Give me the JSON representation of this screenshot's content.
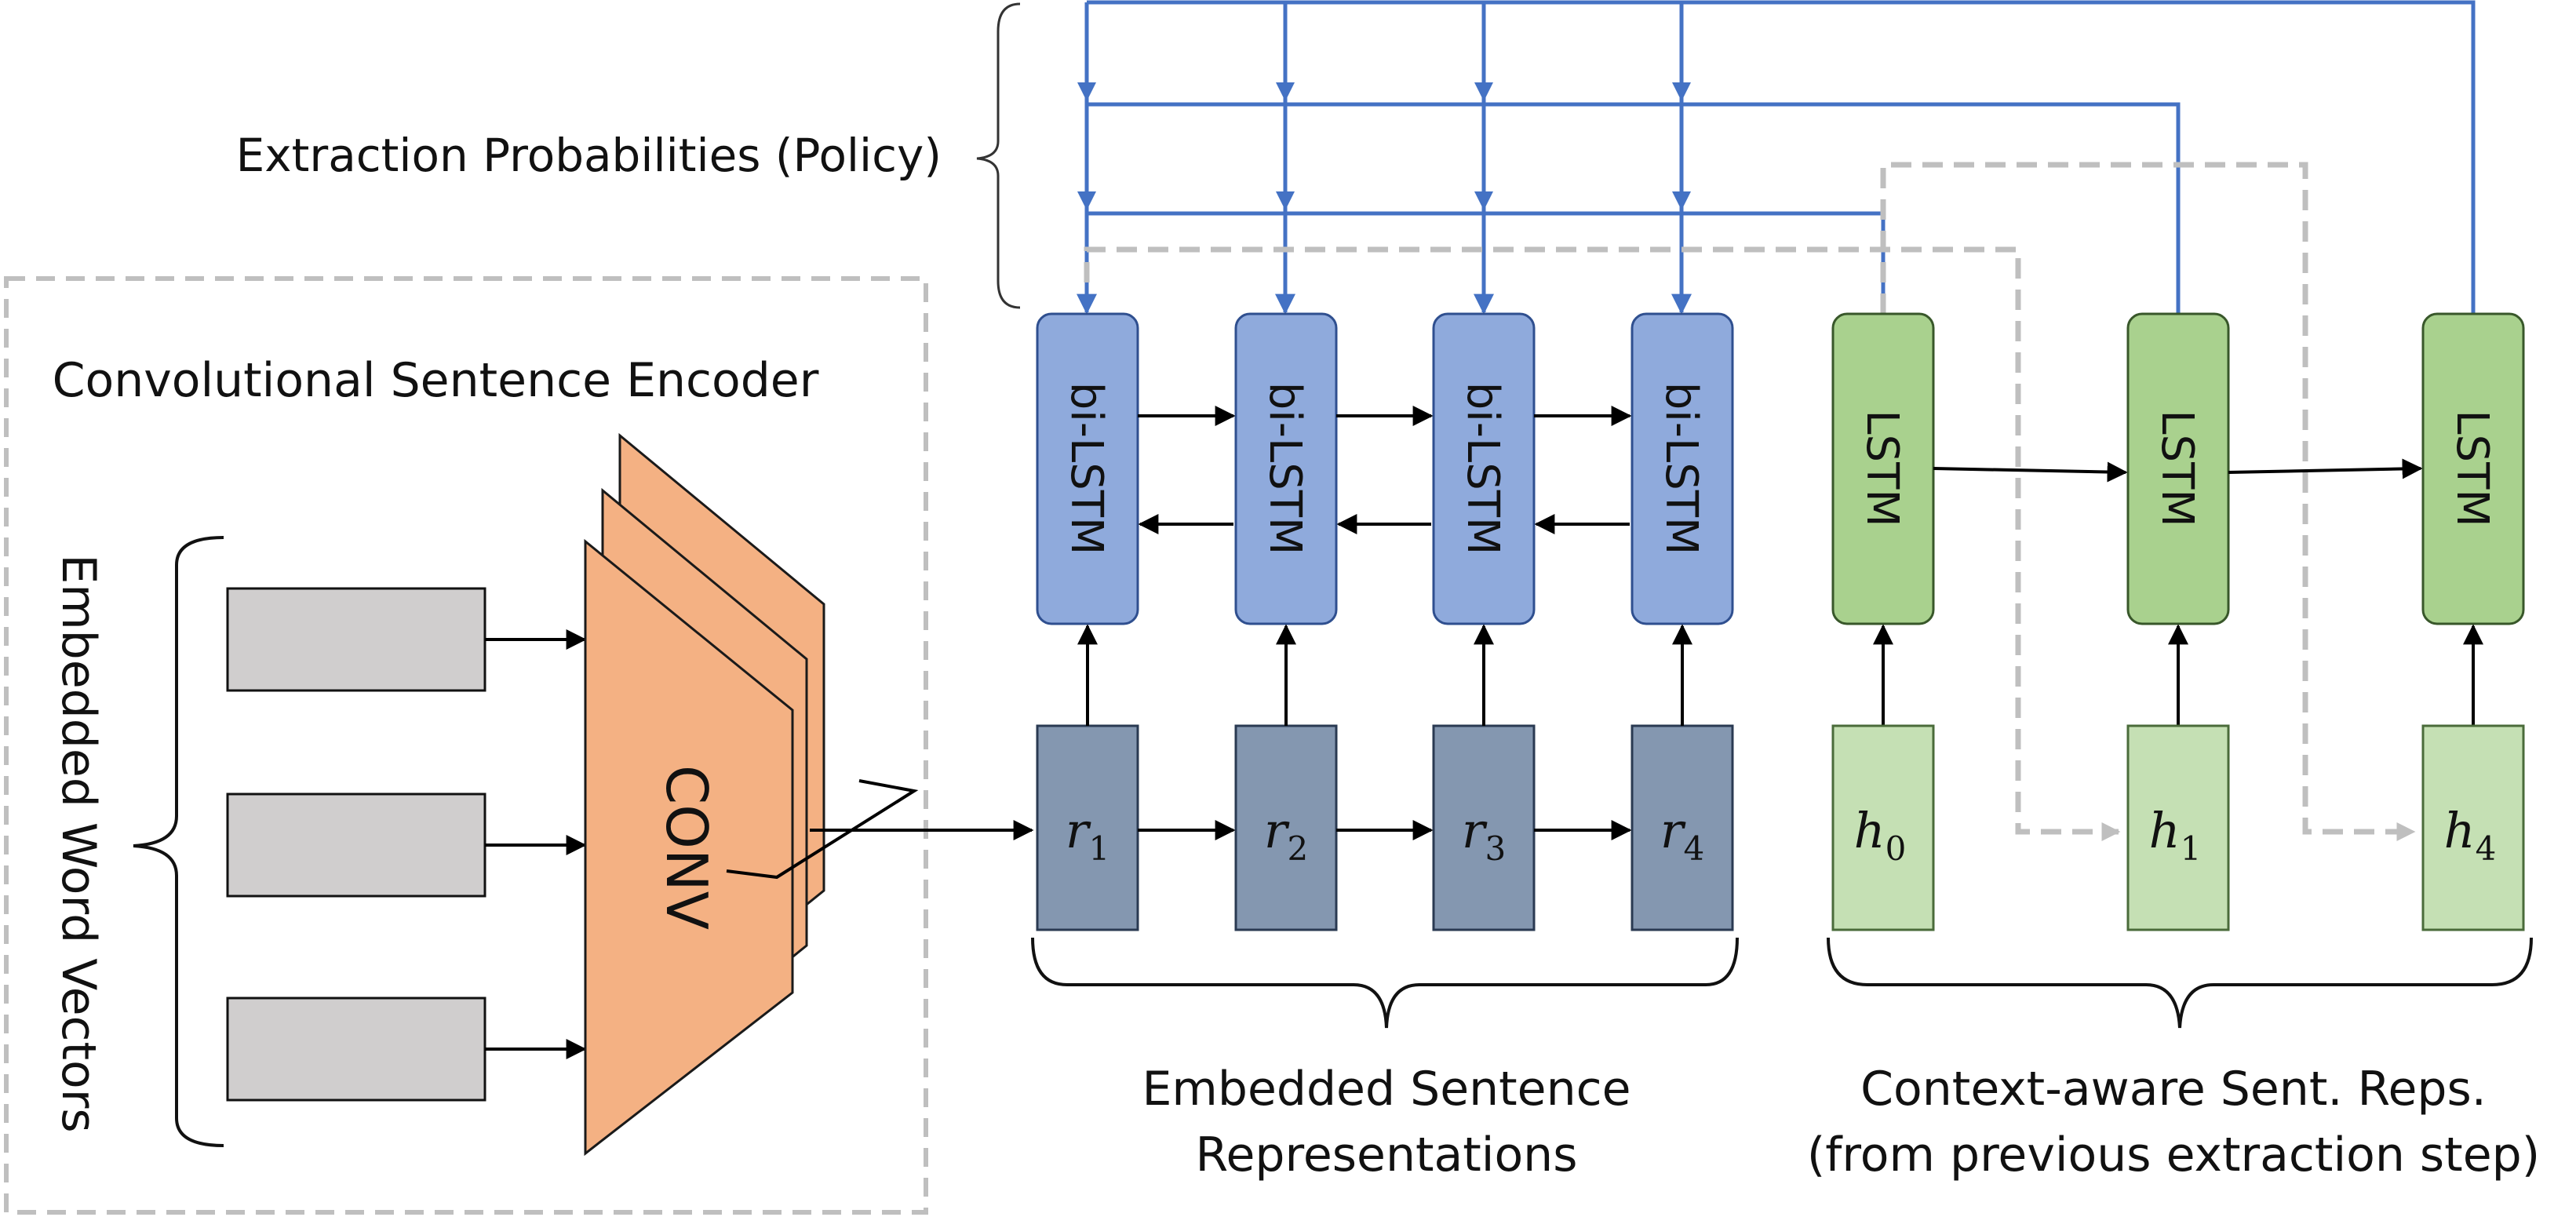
{
  "labels": {
    "extraction_probabilities": "Extraction Probabilities (Policy)",
    "conv_encoder": "Convolutional Sentence Encoder",
    "embedded_word_vectors": "Embedded Word Vectors",
    "conv": "CONV",
    "embedded_sentence_line1": "Embedded Sentence",
    "embedded_sentence_line2": "Representations",
    "context_line1": "Context-aware Sent. Reps.",
    "context_line2": "(from previous extraction step)"
  },
  "bilstm_cells": [
    "bi-LSTM",
    "bi-LSTM",
    "bi-LSTM",
    "bi-LSTM"
  ],
  "lstm_cells": [
    "LSTM",
    "LSTM",
    "LSTM"
  ],
  "sentence_reps": [
    {
      "base": "r",
      "sub": "1"
    },
    {
      "base": "r",
      "sub": "2"
    },
    {
      "base": "r",
      "sub": "3"
    },
    {
      "base": "r",
      "sub": "4"
    }
  ],
  "context_reps": [
    {
      "base": "h",
      "sub": "0"
    },
    {
      "base": "h",
      "sub": "1"
    },
    {
      "base": "h",
      "sub": "4"
    }
  ],
  "colors": {
    "bilstm_fill": "#8faadc",
    "bilstm_stroke": "#2f4f8f",
    "lstm_fill": "#a9d18e",
    "lstm_stroke": "#38572a",
    "r_fill": "#8497b0",
    "r_stroke": "#2a3a52",
    "h_fill": "#c5e0b4",
    "h_stroke": "#4a6b3a",
    "conv_fill": "#f4b183",
    "conv_stroke": "#1a1a1a",
    "word_fill": "#d0cece",
    "policy_line": "#4472c4",
    "dashed": "#bfbfbf"
  }
}
